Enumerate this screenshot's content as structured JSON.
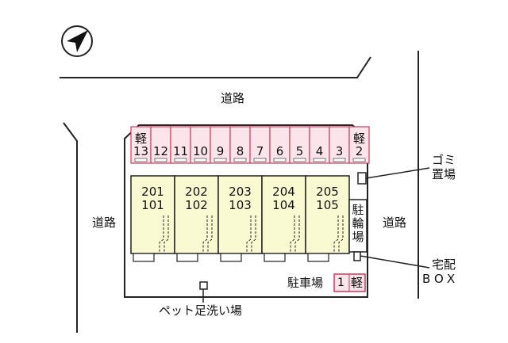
{
  "roads": {
    "top": "道路",
    "left": "道路",
    "right": "道路"
  },
  "north_arrow_icon": "north-arrow-icon",
  "parking": {
    "slots": [
      "軽\n13",
      "12",
      "11",
      "10",
      "9",
      "8",
      "7",
      "6",
      "5",
      "4",
      "3",
      "軽\n2"
    ],
    "label": "駐車場",
    "slot1_label": "1",
    "slot1_kei": "軽"
  },
  "units": [
    {
      "top": "201",
      "bottom": "101"
    },
    {
      "top": "202",
      "bottom": "102"
    },
    {
      "top": "203",
      "bottom": "103"
    },
    {
      "top": "204",
      "bottom": "104"
    },
    {
      "top": "205",
      "bottom": "105"
    }
  ],
  "facilities": {
    "garbage_line1": "ゴミ",
    "garbage_line2": "置場",
    "bicycle": "駐輪場",
    "delivery_line1": "宅配",
    "delivery_line2": "BOX",
    "pet": "ペット足洗い場"
  },
  "colors": {
    "parking_fill": "#fbe4ea",
    "parking_stroke": "#d23a5a",
    "unit_fill": "#fafad2",
    "line": "#222222"
  }
}
